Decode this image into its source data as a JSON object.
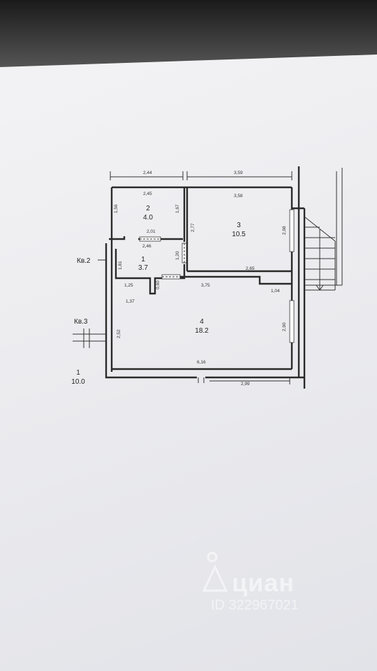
{
  "dimensions": {
    "top_left": "2,44",
    "top_right": "3,59",
    "r2_top": "2,45",
    "r2_left": "1,56",
    "r2_right": "1,67",
    "r2_bottom": "2,01",
    "r3_top": "3,58",
    "r3_left": "2,77",
    "r3_right": "2,98",
    "r3_bottom": "2,65",
    "r1_top": "2,46",
    "r1_left": "1,81",
    "r1_right": "1,20",
    "r1_b1": "1,25",
    "r1_b2": "0,60",
    "r1_b3": "1,37",
    "r4_top": "3,75",
    "r4_top_right": "1,04",
    "r4_left": "2,52",
    "r4_right": "2,90",
    "r4_bottom": "6,16",
    "bottom_right": "2,99"
  },
  "rooms": [
    {
      "number": "2",
      "area": "4.0"
    },
    {
      "number": "3",
      "area": "10.5"
    },
    {
      "number": "1",
      "area": "3.7"
    },
    {
      "number": "4",
      "area": "18.2"
    }
  ],
  "outside": {
    "kv2": "Кв.2",
    "kv3": "Кв.3",
    "room_number": "1",
    "room_area": "10.0"
  },
  "watermark": {
    "brand": "циан",
    "id": "ID 322967021"
  }
}
